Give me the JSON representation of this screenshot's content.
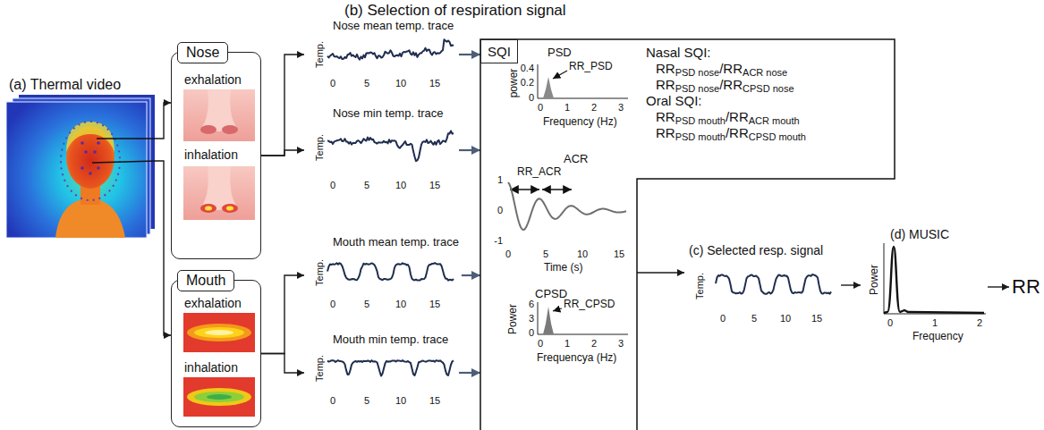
{
  "diagram": {
    "nodes": [
      {
        "text": [
          "(a) Thermal video"
        ]
      },
      {
        "text": [
          "Nose",
          "exhalation",
          "inhalation"
        ]
      },
      {
        "text": [
          "Mouth",
          "exhalation",
          "inhalation"
        ]
      },
      {
        "text": [
          "Nose mean temp. trace",
          "Temp.",
          "0",
          "5",
          "10",
          "15"
        ]
      },
      {
        "text": [
          "Nose min temp. trace",
          "Temp.",
          "0",
          "5",
          "10",
          "15"
        ]
      },
      {
        "text": [
          "Mouth mean temp. trace",
          "Temp.",
          "0",
          "5",
          "10",
          "15"
        ]
      },
      {
        "text": [
          "Mouth min temp. trace",
          "Temp.",
          "0",
          "5",
          "10",
          "15"
        ]
      },
      {
        "text": [
          "SQI"
        ]
      },
      {
        "text": [
          "PSD",
          "power",
          "0.4",
          "0.2",
          "0",
          "RR_PSD",
          "0",
          "1",
          "2",
          "3",
          "Frequency (Hz)"
        ],
        "in": 7
      },
      {
        "text": [
          "ACR",
          "RR_ACR",
          "1",
          "0",
          "-1",
          "0",
          "5",
          "10",
          "15",
          "Time (s)"
        ],
        "in": 7
      },
      {
        "text": [
          "CPSD",
          "Power",
          "6",
          "3",
          "0",
          "RR_CPSD",
          "0",
          "1",
          "2",
          "3",
          "Frequencya (Hz)"
        ],
        "in": 7
      },
      {
        "text": [
          "(c) Selected resp. signal",
          "Temp.",
          "0",
          "5",
          "10",
          "15"
        ]
      },
      {
        "text": [
          "(d) MUSIC",
          "Power",
          "0",
          "1",
          "2",
          "Frequency"
        ]
      },
      {
        "text": [
          "RR"
        ]
      }
    ],
    "edges": [
      {
        "from": 0,
        "to": 1,
        "arrow": "to"
      },
      {
        "from": 0,
        "to": 2,
        "arrow": "to"
      },
      {
        "from": 1,
        "to": 3,
        "arrow": "to"
      },
      {
        "from": 1,
        "to": 4,
        "arrow": "to"
      },
      {
        "from": 2,
        "to": 5,
        "arrow": "to"
      },
      {
        "from": 2,
        "to": 6,
        "arrow": "to"
      },
      {
        "from": 3,
        "to": 7,
        "arrow": "to"
      },
      {
        "from": 4,
        "to": 7,
        "arrow": "to"
      },
      {
        "from": 5,
        "to": 7,
        "arrow": "to"
      },
      {
        "from": 6,
        "to": 7,
        "arrow": "to"
      },
      {
        "from": 7,
        "to": 11,
        "arrow": "to"
      },
      {
        "from": 11,
        "to": 12,
        "arrow": "to"
      },
      {
        "from": 12,
        "to": 13,
        "arrow": "to"
      }
    ],
    "labels": [
      "(b) Selection of respiration signal",
      "Nasal SQI:",
      "RR",
      "PSD nose",
      "/RR",
      "ACR nose",
      "RR",
      "PSD nose",
      "/RR",
      "CPSD nose",
      "Oral SQI:",
      "RR",
      "PSD mouth",
      "/RR",
      "ACR mouth",
      "RR",
      "PSD mouth",
      "/RR",
      "CPSD mouth"
    ]
  }
}
